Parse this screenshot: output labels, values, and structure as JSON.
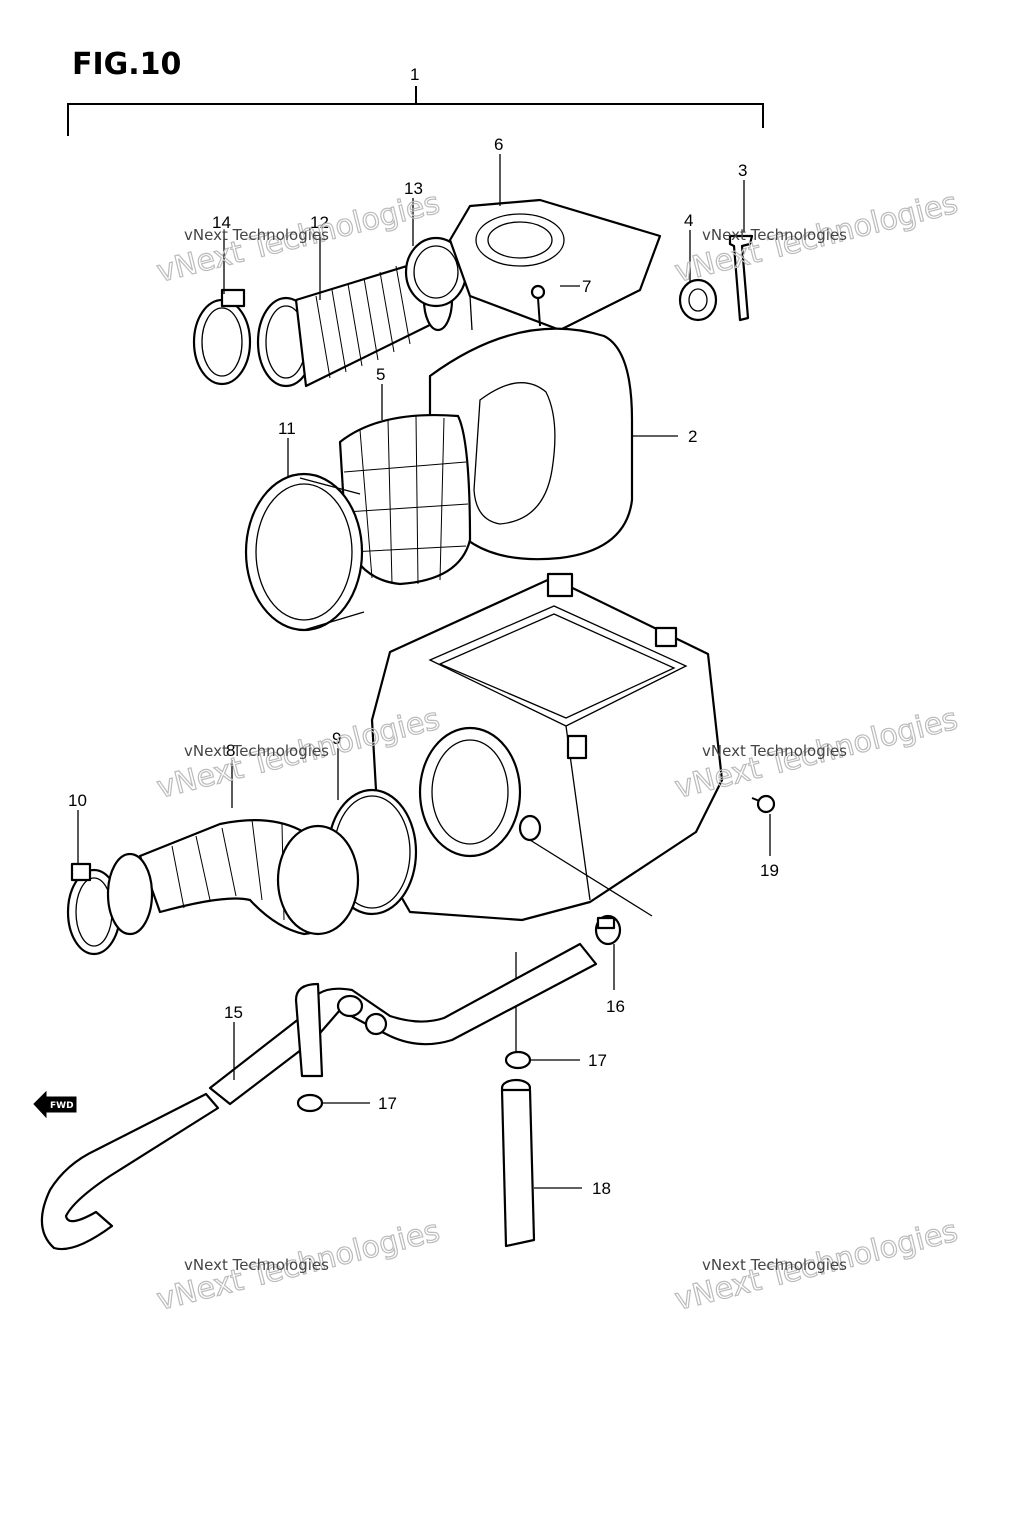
{
  "figure": {
    "title": "FIG.10"
  },
  "callouts": [
    "1",
    "2",
    "3",
    "4",
    "5",
    "6",
    "7",
    "8",
    "9",
    "10",
    "11",
    "12",
    "13",
    "14",
    "15",
    "16",
    "17",
    "17",
    "18",
    "19"
  ],
  "watermark": {
    "small": "vNext Technologies",
    "large": "vNext Technologies"
  },
  "direction_marker": {
    "label": "FWD"
  }
}
